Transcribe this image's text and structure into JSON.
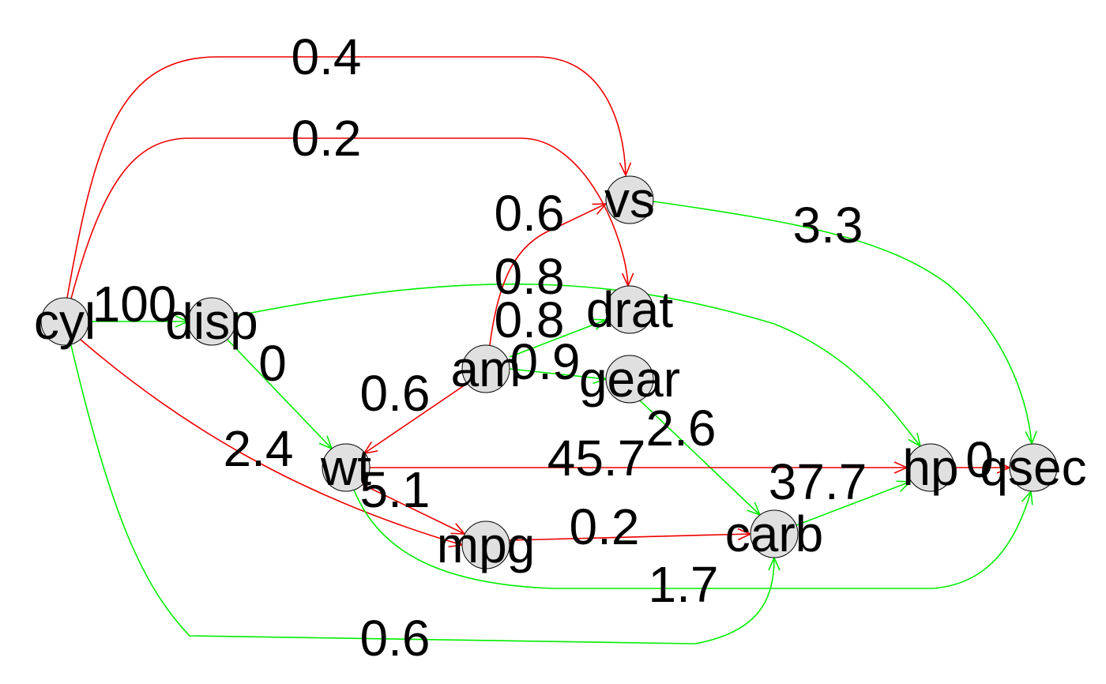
{
  "colors": {
    "positive": "#00ee00",
    "negative": "#ee0000",
    "node_fill": "#e0e0e0"
  },
  "nodes": [
    {
      "id": "cyl",
      "label": "cyl"
    },
    {
      "id": "disp",
      "label": "disp"
    },
    {
      "id": "vs",
      "label": "vs"
    },
    {
      "id": "drat",
      "label": "drat"
    },
    {
      "id": "am",
      "label": "am"
    },
    {
      "id": "gear",
      "label": "gear"
    },
    {
      "id": "wt",
      "label": "wt"
    },
    {
      "id": "mpg",
      "label": "mpg"
    },
    {
      "id": "carb",
      "label": "carb"
    },
    {
      "id": "hp",
      "label": "hp"
    },
    {
      "id": "qsec",
      "label": "qsec"
    }
  ],
  "edges": [
    {
      "from": "cyl",
      "to": "vs",
      "label": "0.4",
      "sign": "negative"
    },
    {
      "from": "cyl",
      "to": "drat",
      "label": "0.2",
      "sign": "negative"
    },
    {
      "from": "cyl",
      "to": "disp",
      "label": "100",
      "sign": "positive"
    },
    {
      "from": "cyl",
      "to": "mpg",
      "label": "2.4",
      "sign": "negative"
    },
    {
      "from": "cyl",
      "to": "carb",
      "label": "0.6",
      "sign": "positive"
    },
    {
      "from": "disp",
      "to": "wt",
      "label": "0",
      "sign": "positive"
    },
    {
      "from": "disp",
      "to": "hp",
      "label": "0.8",
      "sign": "positive"
    },
    {
      "from": "am",
      "to": "vs",
      "label": "0.6",
      "sign": "negative"
    },
    {
      "from": "am",
      "to": "drat",
      "label": "0.8",
      "sign": "positive"
    },
    {
      "from": "am",
      "to": "gear",
      "label": "0.9",
      "sign": "positive"
    },
    {
      "from": "am",
      "to": "wt",
      "label": "0.6",
      "sign": "negative"
    },
    {
      "from": "vs",
      "to": "qsec",
      "label": "3.3",
      "sign": "positive"
    },
    {
      "from": "gear",
      "to": "carb",
      "label": "2.6",
      "sign": "positive"
    },
    {
      "from": "wt",
      "to": "hp",
      "label": "45.7",
      "sign": "negative"
    },
    {
      "from": "wt",
      "to": "mpg",
      "label": "5.1",
      "sign": "negative"
    },
    {
      "from": "wt",
      "to": "qsec",
      "label": "1.7",
      "sign": "positive"
    },
    {
      "from": "mpg",
      "to": "carb",
      "label": "0.2",
      "sign": "negative"
    },
    {
      "from": "carb",
      "to": "hp",
      "label": "37.7",
      "sign": "positive"
    },
    {
      "from": "hp",
      "to": "qsec",
      "label": "0",
      "sign": "negative"
    }
  ]
}
